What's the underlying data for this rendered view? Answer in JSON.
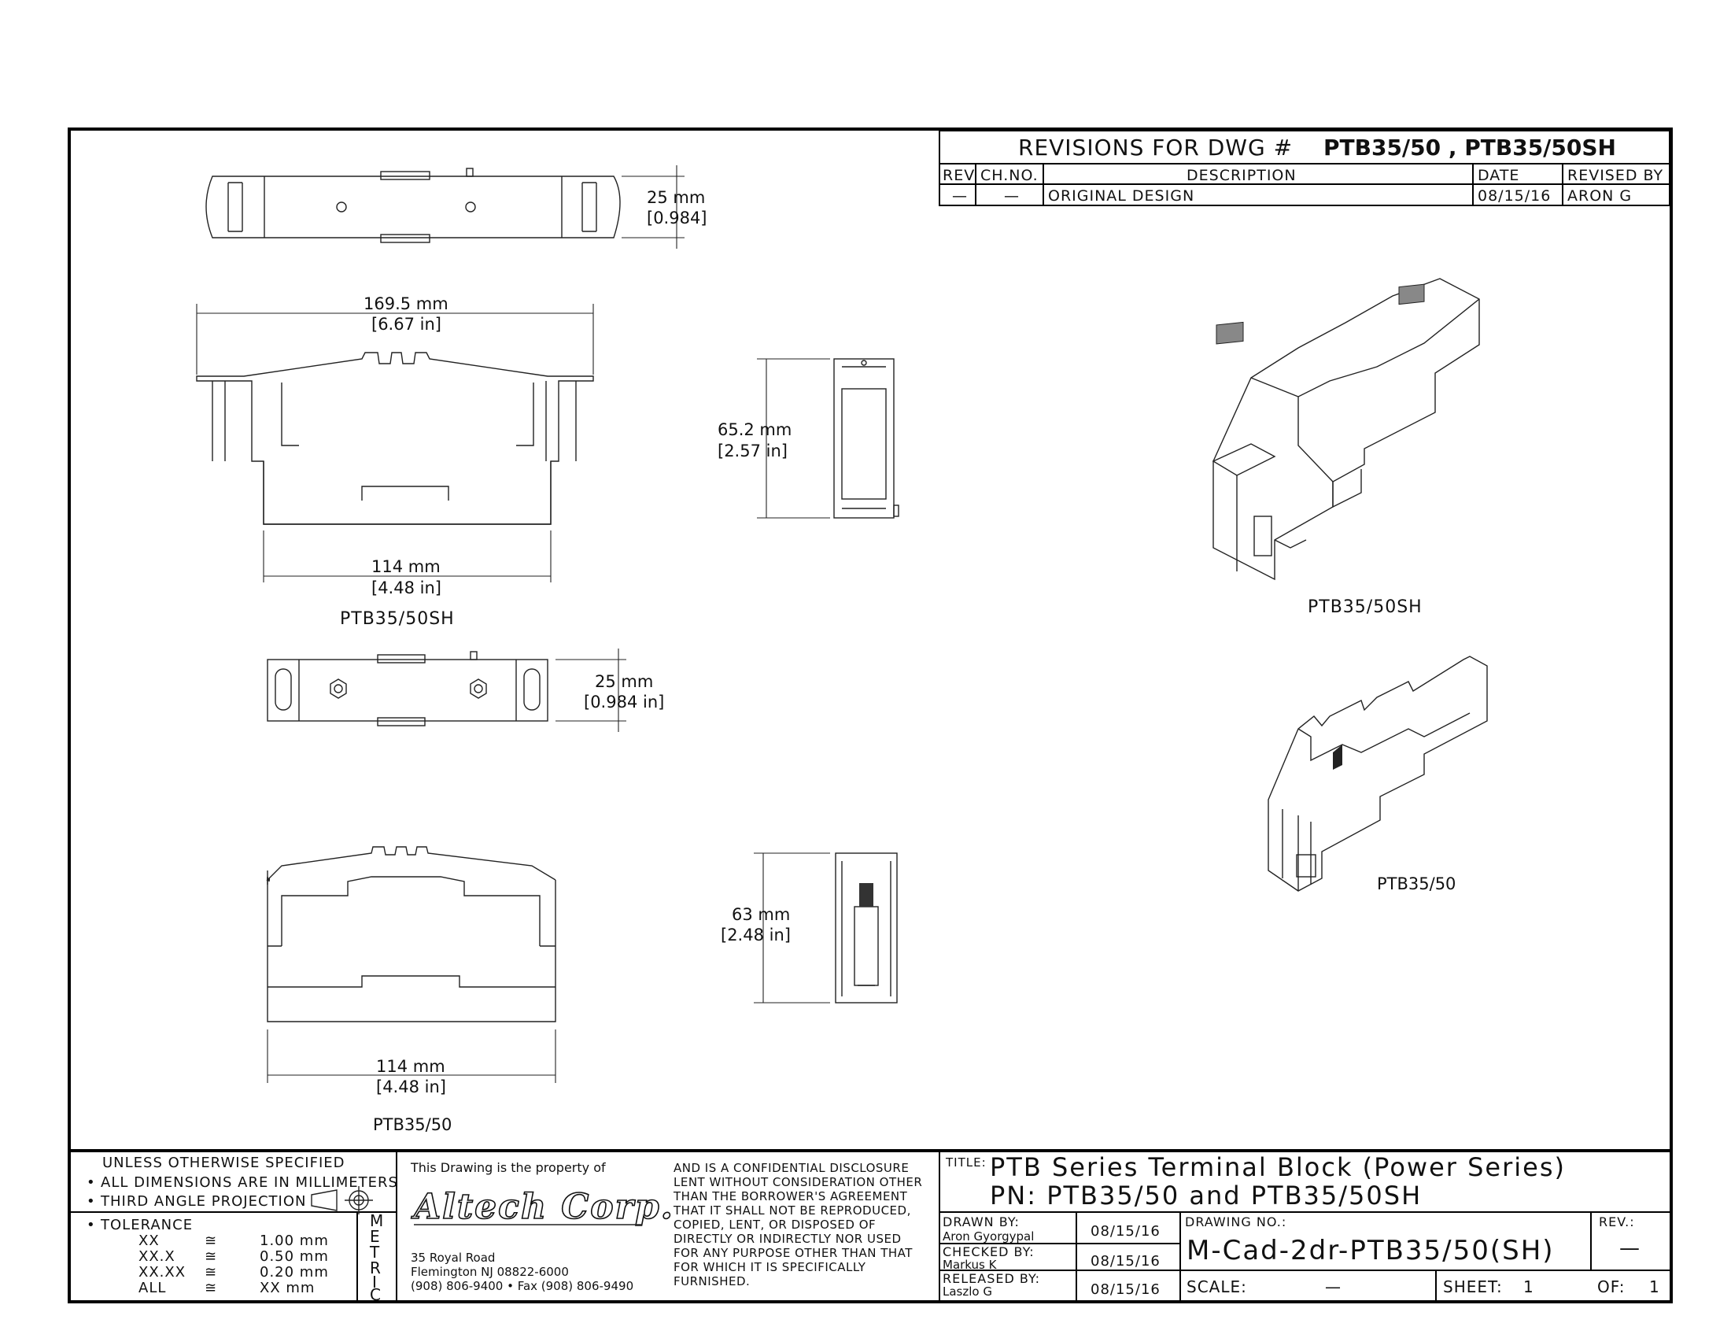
{
  "revisions": {
    "title_prefix": "REVISIONS FOR DWG #",
    "title_parts": "PTB35/50 , PTB35/50SH",
    "headers": {
      "rev": "REV",
      "ch_no": "CH.NO.",
      "description": "DESCRIPTION",
      "date": "DATE",
      "revised_by": "REVISED BY"
    },
    "rows": [
      {
        "rev": "—",
        "ch_no": "—",
        "description": "ORIGINAL DESIGN",
        "date": "08/15/16",
        "revised_by": "ARON G"
      }
    ]
  },
  "views": {
    "top_sh": {
      "dim_mm": "25 mm",
      "dim_in": "[0.984]"
    },
    "front_sh": {
      "width_mm": "169.5 mm",
      "width_in": "[6.67 in]",
      "base_mm": "114 mm",
      "base_in": "[4.48 in]",
      "label": "PTB35/50SH"
    },
    "side_sh": {
      "height_mm": "65.2 mm",
      "height_in": "[2.57 in]"
    },
    "top_std": {
      "dim_mm": "25 mm",
      "dim_in": "[0.984 in]"
    },
    "front_std": {
      "base_mm": "114 mm",
      "base_in": "[4.48 in]",
      "label": "PTB35/50"
    },
    "side_std": {
      "height_mm": "63 mm",
      "height_in": "[2.48 in]"
    },
    "iso_sh_label": "PTB35/50SH",
    "iso_std_label": "PTB35/50"
  },
  "notes": {
    "unless": "UNLESS OTHERWISE SPECIFIED",
    "all_dims": "ALL DIMENSIONS ARE IN MILLIMETERS",
    "projection": "THIRD ANGLE PROJECTION",
    "tolerance": "TOLERANCE",
    "tol_rows": [
      {
        "key": "XX",
        "sym": "≅",
        "val": "1.00 mm"
      },
      {
        "key": "XX.X",
        "sym": "≅",
        "val": "0.50 mm"
      },
      {
        "key": "XX.XX",
        "sym": "≅",
        "val": "0.20 mm"
      },
      {
        "key": "ALL",
        "sym": "≅",
        "val": "XX mm"
      }
    ],
    "metric_letters": [
      "M",
      "E",
      "T",
      "R",
      "I",
      "C"
    ]
  },
  "company": {
    "property_of": "This Drawing is the property of",
    "logo_text": "Altech Corp.",
    "address1": "35 Royal Road",
    "address2": "Flemington NJ 08822-6000",
    "phone": "(908) 806-9400 • Fax (908) 806-9490",
    "disclosure": [
      "AND IS A CONFIDENTIAL DISCLOSURE",
      "LENT WITHOUT CONSIDERATION OTHER",
      "THAN THE BORROWER'S AGREEMENT",
      "THAT IT SHALL NOT BE REPRODUCED,",
      "COPIED, LENT, OR DISPOSED OF",
      "DIRECTLY OR INDIRECTLY NOR USED",
      "FOR ANY PURPOSE OTHER THAN THAT",
      "FOR WHICH IT IS SPECIFICALLY",
      "FURNISHED."
    ]
  },
  "title_block": {
    "title_label": "TITLE:",
    "title_line1": "PTB Series Terminal Block (Power Series)",
    "title_line2": "PN: PTB35/50 and PTB35/50SH",
    "drawn_label": "DRAWN BY:",
    "drawn_name": "Aron Gyorgypal",
    "drawn_date": "08/15/16",
    "checked_label": "CHECKED BY:",
    "checked_name": "Markus K",
    "checked_date": "08/15/16",
    "released_label": "RELEASED BY:",
    "released_name": "Laszlo G",
    "released_date": "08/15/16",
    "drawing_no_label": "DRAWING NO.:",
    "drawing_no": "M-Cad-2dr-PTB35/50(SH)",
    "rev_label": "REV.:",
    "rev_value": "—",
    "scale_label": "SCALE:",
    "scale_value": "—",
    "sheet_label": "SHEET:",
    "sheet_value": "1",
    "of_label": "OF:",
    "of_value": "1"
  }
}
